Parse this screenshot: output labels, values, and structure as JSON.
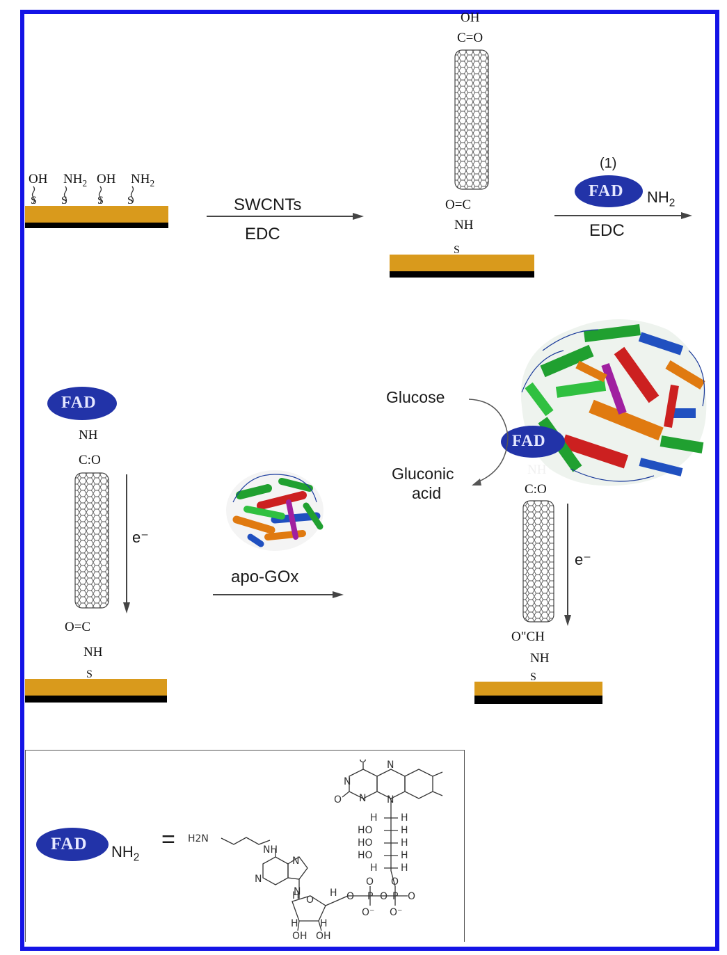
{
  "steps": [
    {
      "reagent": "SWCNTs",
      "condition": "EDC"
    },
    {
      "step_number": "(1)",
      "reagent_tag": "FAD",
      "reagent_group": "NH2",
      "condition": "EDC"
    },
    {
      "reagent": "apo-GOx"
    }
  ],
  "surface_groups": [
    "OH",
    "NH2",
    "OH",
    "NH2"
  ],
  "chem_labels": {
    "oh_top": "OH",
    "co": "C=O",
    "oc": "O=C",
    "nh": "NH",
    "s": "S",
    "co_alt": "C:O",
    "co_alt2": "C:O",
    "och": "O\"CH",
    "electron": "e⁻"
  },
  "fad_label": "FAD",
  "annotations": {
    "glucose": "Glucose",
    "gluconic_line1": "Gluconic",
    "gluconic_line2": "acid"
  },
  "legend": {
    "fad": "FAD",
    "group": "NH2",
    "equals": "=",
    "amine": "H2N",
    "nh": "NH",
    "o": "O",
    "n": "N",
    "h": "H",
    "ho": "HO",
    "p": "P",
    "o_minus": "O⁻",
    "oh": "OH"
  },
  "colors": {
    "frame": "#1414e6",
    "gold": "#d99a1c",
    "electrode_base": "#000000",
    "fad_blue": "#2233a8",
    "arrow": "#444444"
  }
}
